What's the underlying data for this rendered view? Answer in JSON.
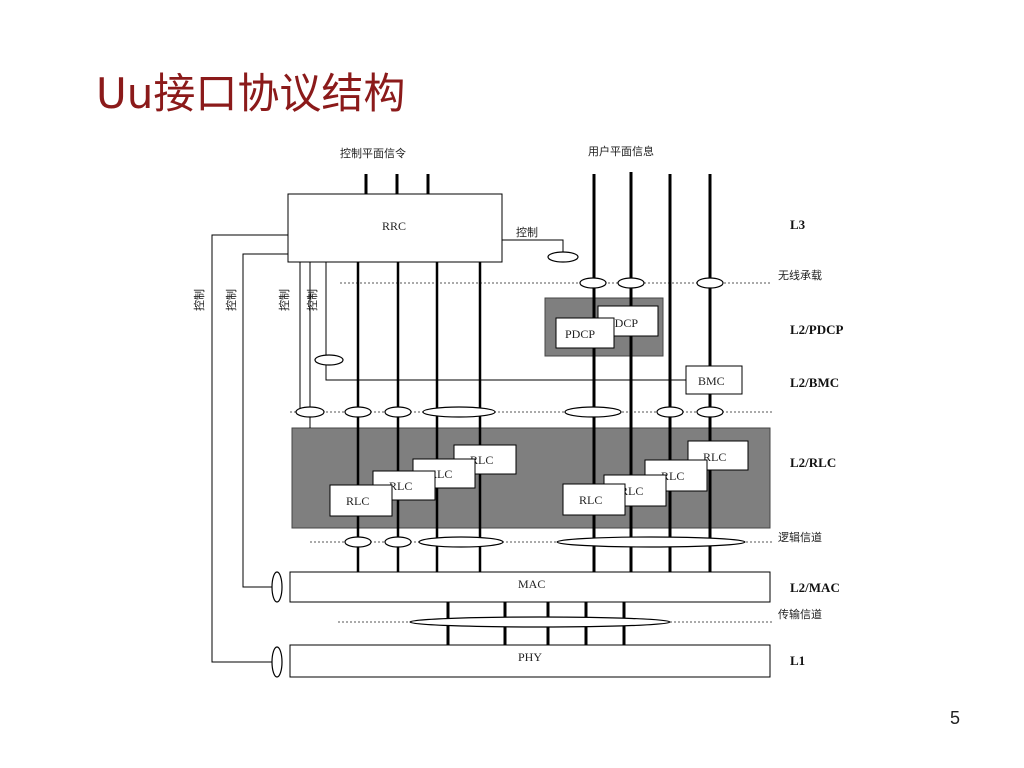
{
  "slide": {
    "title": "Uu接口协议结构",
    "page_number": "5"
  },
  "diagram": {
    "top_labels": {
      "control_plane": "控制平面信令",
      "user_plane": "用户平面信息"
    },
    "blocks": {
      "rrc": "RRC",
      "pdcp_1": "PDCP",
      "pdcp_2": "PDCP",
      "bmc": "BMC",
      "mac": "MAC",
      "phy": "PHY",
      "rlc": "RLC"
    },
    "control_label": "控制",
    "side_control_labels": [
      "控制",
      "控制",
      "控制",
      "控制"
    ],
    "layer_labels": {
      "l3": "L3",
      "radio_bearer": "无线承载",
      "l2_pdcp": "L2/PDCP",
      "l2_bmc": "L2/BMC",
      "l2_rlc": "L2/RLC",
      "logical_channel": "逻辑信道",
      "l2_mac": "L2/MAC",
      "transport_channel": "传输信道",
      "l1": "L1"
    }
  }
}
